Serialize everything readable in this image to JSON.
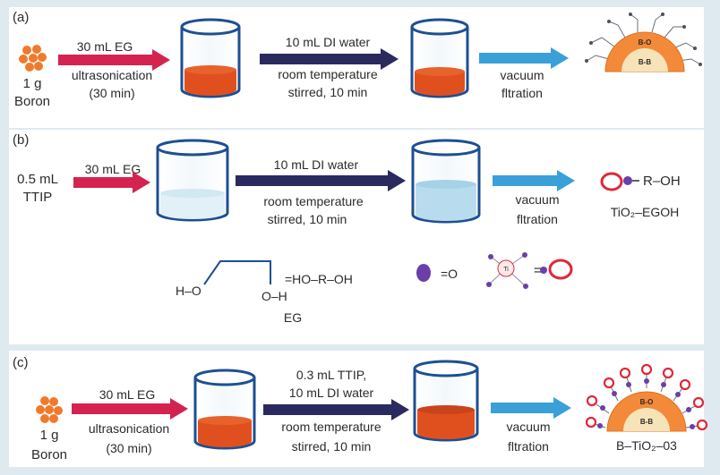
{
  "panel_a": {
    "label": "(a)",
    "input_amount": "1 g",
    "input_name": "Boron",
    "step1_top": "30 mL EG",
    "step1_bottom1": "ultrasonication",
    "step1_bottom2": "(30 min)",
    "step2_top": "10 mL DI water",
    "step2_bottom1": "room temperature",
    "step2_bottom2": "stirred, 10 min",
    "step3_top": "vacuum",
    "step3_bottom": "fltration",
    "core_outer": "B-O",
    "core_inner": "B-B"
  },
  "panel_b": {
    "label": "(b)",
    "input_amount": "0.5 mL",
    "input_name": "TTIP",
    "step1_top": "30 mL EG",
    "step2_top": "10 mL DI water",
    "step2_bottom1": "room temperature",
    "step2_bottom2": "stirred, 10 min",
    "step3_top": "vacuum",
    "step3_bottom": "fltration",
    "product_group": "R–OH",
    "product_name": "TiO₂–EGOH",
    "eg_h_left": "H–O",
    "eg_equals": "=HO–R–OH",
    "eg_oh": "O–H",
    "eg_name": "EG",
    "oxygen_legend": "=O",
    "ti_label": "Ti",
    "equals_sign": "="
  },
  "panel_c": {
    "label": "(c)",
    "input_amount": "1 g",
    "input_name": "Boron",
    "step1_top": "30 mL EG",
    "step1_bottom1": "ultrasonication",
    "step1_bottom2": "(30 min)",
    "step2_top1": "0.3 mL TTIP,",
    "step2_top2": "10 mL DI water",
    "step2_bottom1": "room temperature",
    "step2_bottom2": "stirred, 10 min",
    "step3_top": "vacuum",
    "step3_bottom": "fltration",
    "product_name": "B–TiO₂–03",
    "core_outer": "B-O",
    "core_inner": "B-B"
  },
  "colors": {
    "arrow_red": "#d4234f",
    "arrow_navy": "#2b2a5e",
    "arrow_blue": "#3aa0d8",
    "beaker_outline": "#1d4f92",
    "orange_liquid": "#e0501e",
    "blue_liquid": "#b8dcee",
    "boron_dots": "#f07a2c",
    "core_orange": "#f38a3a",
    "core_cream": "#f6e3b8",
    "oxygen_purple": "#6a3fa8",
    "ring_red": "#e0283a"
  }
}
